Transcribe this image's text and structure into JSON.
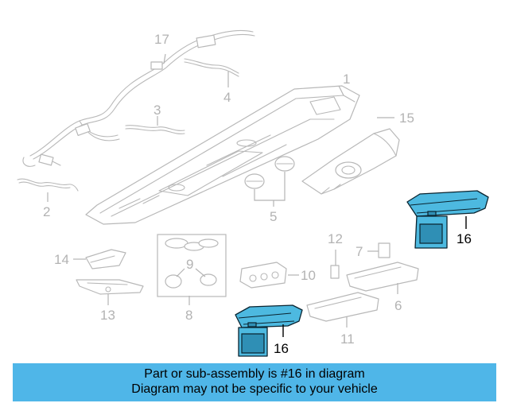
{
  "diagram": {
    "callouts": {
      "c1": "1",
      "c2": "2",
      "c3": "3",
      "c4": "4",
      "c5": "5",
      "c6": "6",
      "c7": "7",
      "c8": "8",
      "c9": "9",
      "c10": "10",
      "c11": "11",
      "c12": "12",
      "c13": "13",
      "c14": "14",
      "c15": "15",
      "c16a": "16",
      "c16b": "16",
      "c17": "17"
    },
    "highlighted_part": "16",
    "highlight_color": "#4db9e0",
    "line_color": "#b8b8b8"
  },
  "banner": {
    "line1": "Part or sub-assembly is #16 in diagram",
    "line2": "Diagram may not be specific to your vehicle",
    "background": "#4fb6e8"
  }
}
